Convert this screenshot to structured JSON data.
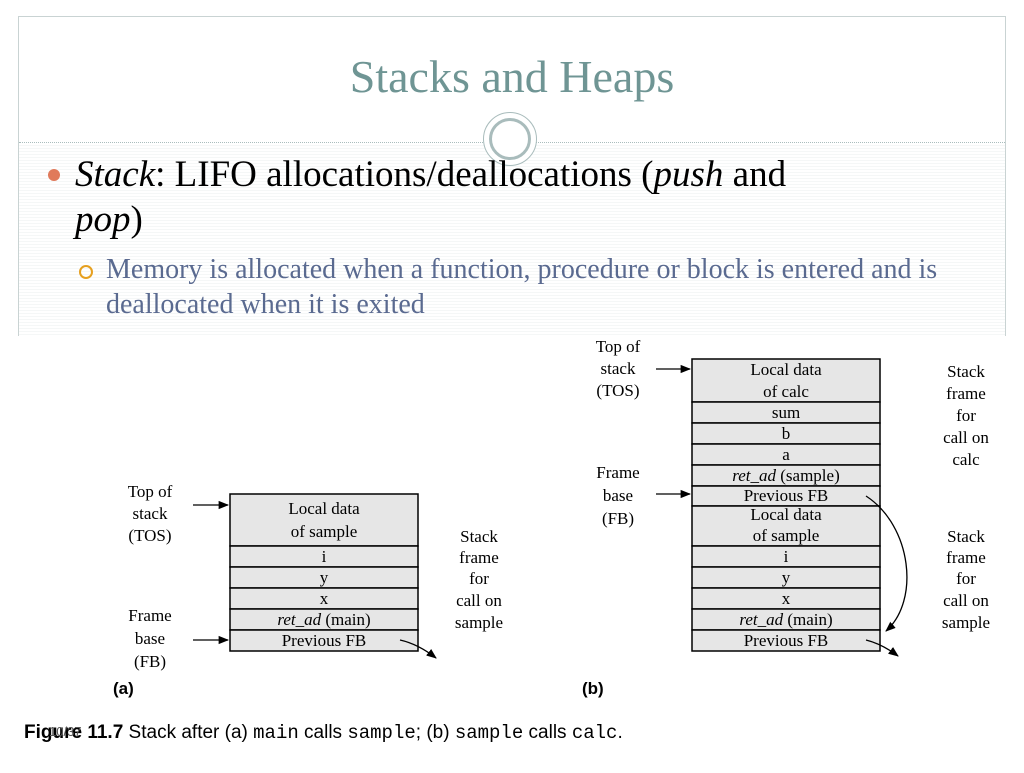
{
  "slide": {
    "title": "Stacks and Heaps",
    "bullet": {
      "term": "Stack",
      "colon": ":",
      "text_1": " LIFO allocations/deallocations (",
      "push": "push",
      "and": " and ",
      "pop": "pop",
      "close": ")"
    },
    "sub_bullet": "Memory is allocated when a function, procedure or block is entered and is deallocated when it is exited",
    "page_number": "10/37"
  },
  "figure": {
    "panel_a": {
      "label": "(a)",
      "tos_label": [
        "Top of",
        "stack",
        "(TOS)"
      ],
      "fb_label": [
        "Frame",
        "base",
        "(FB)"
      ],
      "frame_label": [
        "Stack",
        "frame",
        "for",
        "call on",
        "sample"
      ],
      "cells": {
        "local_1": "Local data",
        "local_2": "of sample",
        "i": "i",
        "y": "y",
        "x": "x",
        "ret_ad": "ret_ad",
        "ret_main": " (main)",
        "prev_fb": "Previous FB"
      }
    },
    "panel_b": {
      "label": "(b)",
      "tos_label": [
        "Top of",
        "stack",
        "(TOS)"
      ],
      "fb_label": [
        "Frame",
        "base",
        "(FB)"
      ],
      "frame_calc_label": [
        "Stack",
        "frame",
        "for",
        "call on",
        "calc"
      ],
      "frame_sample_label": [
        "Stack",
        "frame",
        "for",
        "call on",
        "sample"
      ],
      "cells": {
        "calc_1": "Local data",
        "calc_2": "of calc",
        "sum": "sum",
        "b": "b",
        "a": "a",
        "ret_ad_1": "ret_ad",
        "ret_sample": " (sample)",
        "prev_fb_1": "Previous FB",
        "sample_1": "Local data",
        "sample_2": "of sample",
        "i": "i",
        "y": "y",
        "x": "x",
        "ret_ad_2": "ret_ad",
        "ret_main": " (main)",
        "prev_fb_2": "Previous FB"
      }
    },
    "caption": {
      "figure": "Figure 11.7",
      "part_1": "  Stack after (a) ",
      "main": "main",
      "part_2": " calls ",
      "sample": "sample",
      "part_3": "; (b) ",
      "sample2": "sample",
      "part_4": " calls ",
      "calc": "calc",
      "end": "."
    }
  },
  "colors": {
    "title": "#6f9594",
    "bullet": "#e07a5b",
    "sub_bullet": "#e6a020",
    "sub_text": "#5a6a90"
  }
}
